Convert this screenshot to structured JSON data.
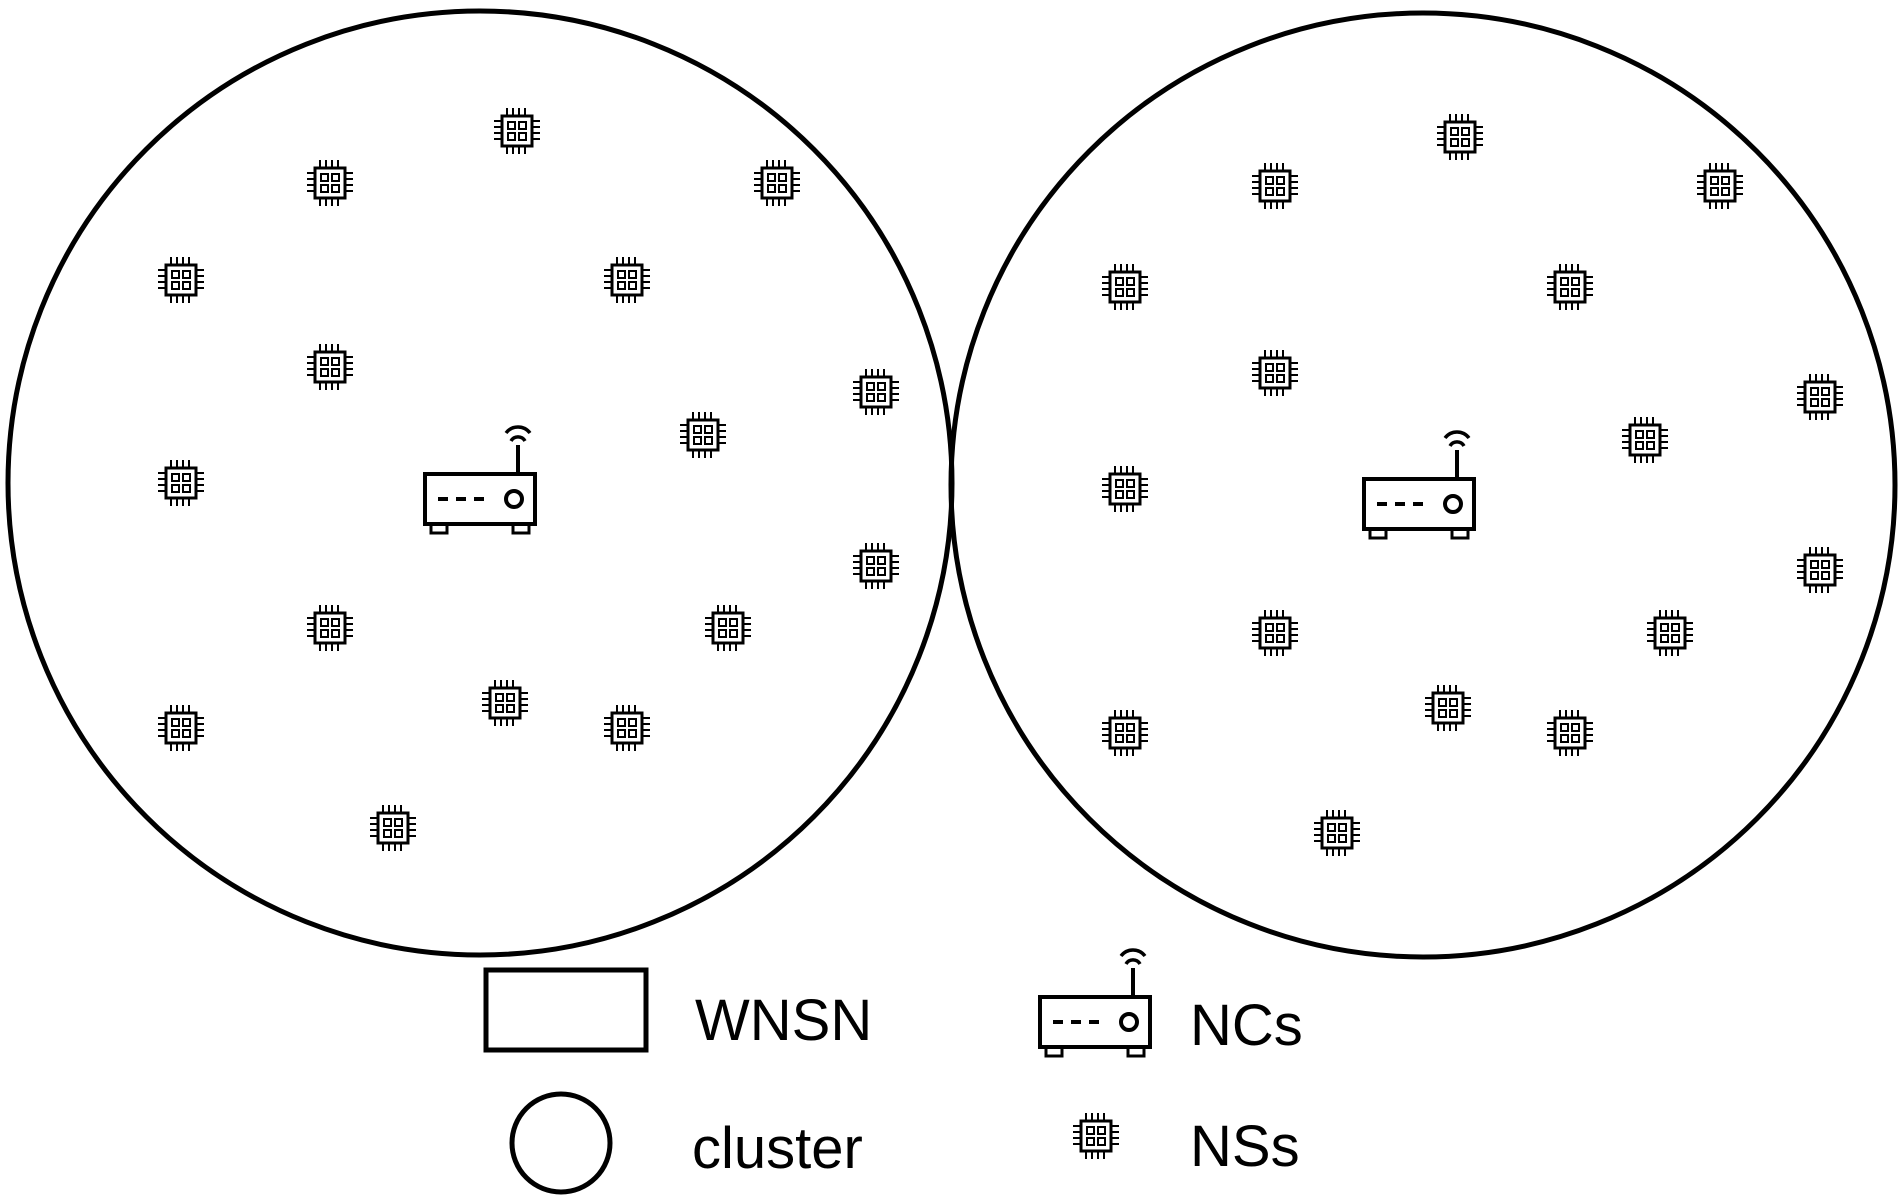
{
  "colors": {
    "stroke": "#000000",
    "background": "#ffffff"
  },
  "clusters": [
    {
      "name": "cluster-left",
      "controller_icon": "router-icon",
      "sensor_count": 16
    },
    {
      "name": "cluster-right",
      "controller_icon": "router-icon",
      "sensor_count": 16
    }
  ],
  "legend": {
    "wnsn": {
      "symbol": "rectangle",
      "label": "WNSN"
    },
    "cluster": {
      "symbol": "circle",
      "label": "cluster"
    },
    "ncs": {
      "symbol": "router-icon",
      "label": "NCs"
    },
    "nss": {
      "symbol": "chip-icon",
      "label": "NSs"
    }
  }
}
